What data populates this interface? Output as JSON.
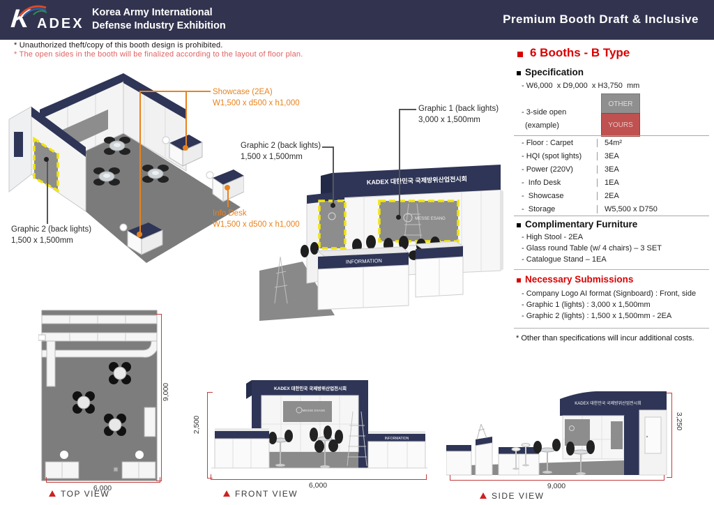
{
  "colors": {
    "header_bg": "#32344f",
    "booth_navy": "#2e3556",
    "accent_red": "#d90000",
    "dimension_red": "#c23b3b",
    "callout_orange": "#e8821e",
    "carpet_gray": "#7b7b7b",
    "graphic_gray": "#8d8d8d",
    "highlight_yellow": "#f2e50b",
    "other_gray": "#8f8f8f",
    "yours_red": "#bf5150"
  },
  "header": {
    "logo_k": "K",
    "logo_text": "ADEX",
    "org_line1": "Korea Army International",
    "org_line2": "Defense Industry Exhibition",
    "title": "Premium Booth Draft & Inclusive"
  },
  "notes": {
    "line1": "* Unauthorized theft/copy of this booth design is prohibited.",
    "line2": "* The open sides in the booth will be finalized according to the layout of floor plan."
  },
  "callouts": {
    "showcase_line1": "Showcase (2EA)",
    "showcase_line2": "W1,500  x d500  x h1,000",
    "graphic1_line1": "Graphic 1 (back lights)",
    "graphic1_line2": "3,000  x 1,500mm",
    "graphic2_mid_line1": "Graphic 2 (back lights)",
    "graphic2_mid_line2": "1,500  x 1,500mm",
    "graphic2_left_line1": "Graphic 2 (back lights)",
    "graphic2_left_line2": "1,500  x 1,500mm",
    "infodesk_line1": "Info Desk",
    "infodesk_line2": "W1,500  x d500  x h1,000"
  },
  "booth": {
    "signboard": "KADEX 대한민국 국제방위산업전시회",
    "information": "INFORMATION",
    "graphic_logo": "MESSE ESANG"
  },
  "panel": {
    "title": "6 Booths - B Type",
    "spec_heading": "Specification",
    "spec_size": "- W6,000  x D9,000  x H3,750  mm",
    "spec_open": "- 3-side open",
    "spec_example": "(example)",
    "other_label": "OTHER",
    "yours_label": "YOURS",
    "table": [
      {
        "item": "- Floor : Carpet",
        "value": "54m²"
      },
      {
        "item": "- HQI (spot lights)",
        "value": "3EA"
      },
      {
        "item": "- Power (220V)",
        "value": "3EA"
      },
      {
        "item": "-  Info Desk",
        "value": "1EA"
      },
      {
        "item": "-  Showcase",
        "value": "2EA"
      },
      {
        "item": "-  Storage",
        "value": "W5,500 x D750"
      }
    ],
    "furniture_heading": "Complimentary Furniture",
    "furniture_items": [
      "- High Stool - 2EA",
      "- Glass round Table (w/ 4 chairs) – 3 SET",
      "- Catalogue Stand – 1EA"
    ],
    "submissions_heading": "Necessary Submissions",
    "submissions_items": [
      "- Company Logo AI format (Signboard) : Front, side",
      "- Graphic 1 (lights) : 3,000 x 1,500mm",
      "- Graphic 2 (lights) : 1,500 x 1,500mm - 2EA"
    ],
    "footnote": "* Other than specifications will incur additional costs."
  },
  "views": {
    "top_label": "TOP VIEW",
    "front_label": "FRONT VIEW",
    "side_label": "SIDE VIEW",
    "top_width": "6,000",
    "top_depth": "9,000",
    "front_height": "2,500",
    "front_width": "6,000",
    "side_width": "9,000",
    "side_height": "3,250"
  }
}
